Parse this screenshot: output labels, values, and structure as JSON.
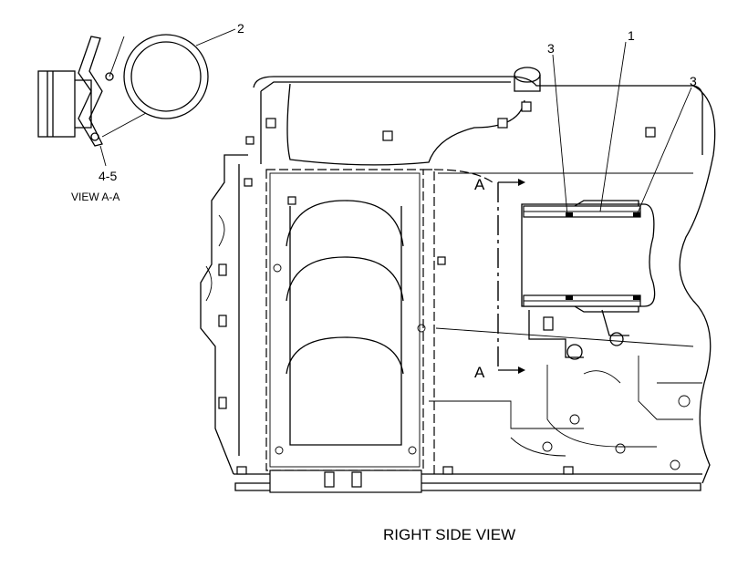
{
  "callouts": {
    "c1": "1",
    "c2": "2",
    "c3a": "3",
    "c3b": "3",
    "c45": "4-5"
  },
  "section_markers": {
    "top": "A",
    "bottom": "A"
  },
  "view_labels": {
    "detail": "VIEW A-A",
    "main": "RIGHT SIDE VIEW"
  }
}
